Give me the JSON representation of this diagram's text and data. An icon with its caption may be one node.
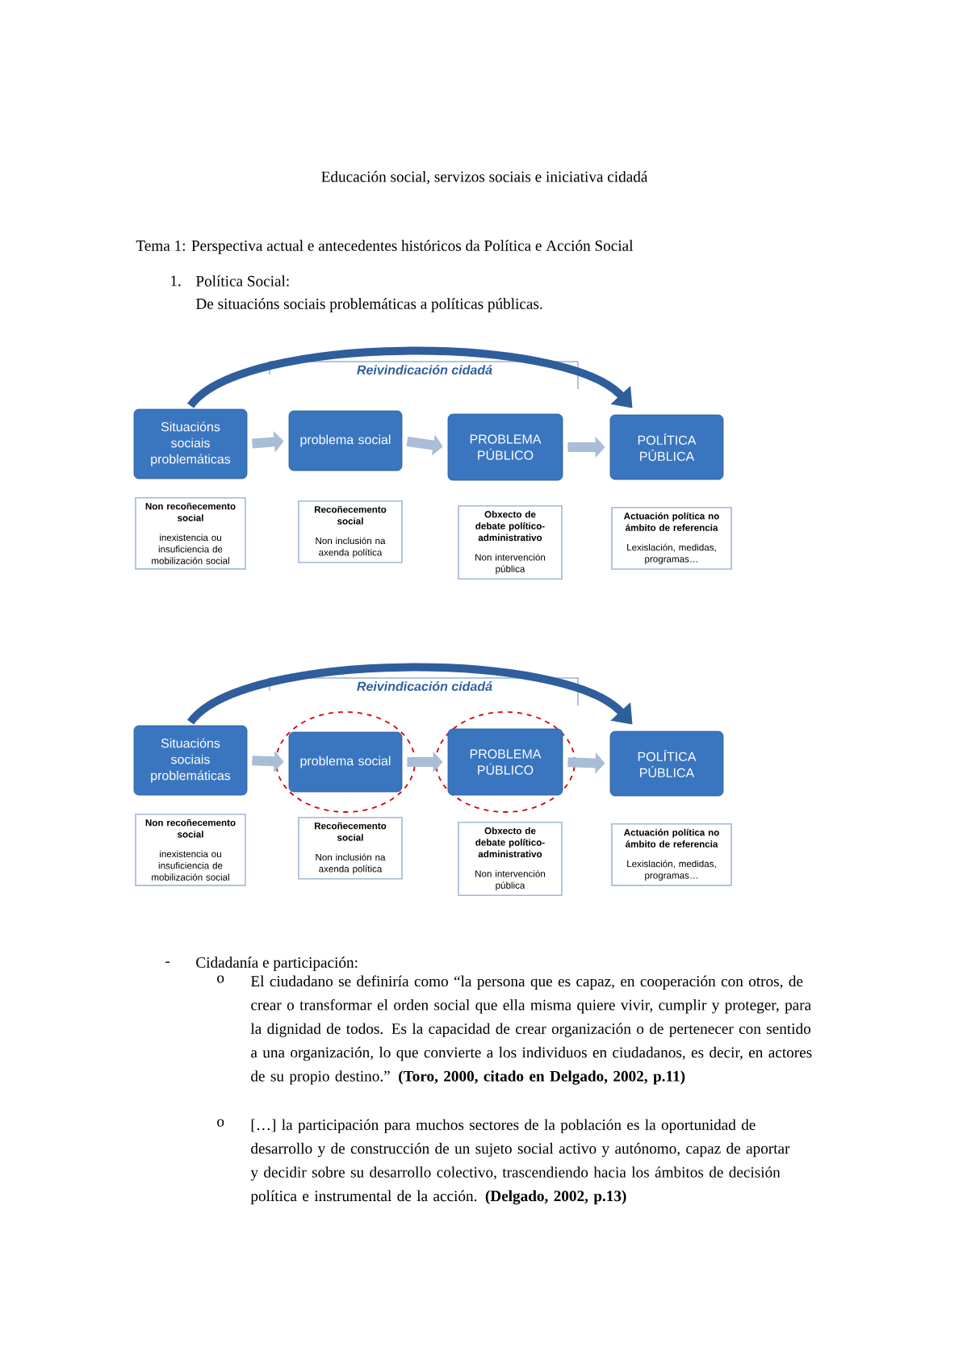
{
  "diagram": {
    "nodes": [
      {
        "text": [
          "Situacións sociais problemáticas"
        ]
      },
      {
        "text": [
          "problema social"
        ]
      },
      {
        "text": [
          "PROBLEMA PÚBLICO"
        ]
      },
      {
        "text": [
          "POLÍTICA PÚBLICA"
        ]
      },
      {
        "text": [
          "Non recoñecemento social",
          "inexistencia ou insuficiencia de mobilización social"
        ]
      },
      {
        "text": [
          "Recoñecemento social",
          "Non inclusión na axenda política"
        ]
      },
      {
        "text": [
          "Obxecto de debate político-administrativo",
          "Non intervención pública"
        ]
      },
      {
        "text": [
          "Actuación política no ámbito de referencia",
          "Lexislación, medidas, programas…"
        ]
      },
      {
        "text": [
          "Situacións sociais problemáticas"
        ]
      },
      {
        "text": [],
        "shape": "ellipse"
      },
      {
        "text": [
          "problema social"
        ],
        "in": 9
      },
      {
        "text": [],
        "shape": "ellipse"
      },
      {
        "text": [
          "PROBLEMA PÚBLICO"
        ],
        "in": 11
      },
      {
        "text": [
          "POLÍTICA PÚBLICA"
        ]
      },
      {
        "text": [
          "Non recoñecemento social",
          "inexistencia ou insuficiencia de mobilización social"
        ]
      },
      {
        "text": [
          "Recoñecemento social",
          "Non inclusión na axenda política"
        ]
      },
      {
        "text": [
          "Obxecto de debate político-administrativo",
          "Non intervención pública"
        ]
      },
      {
        "text": [
          "Actuación política no ámbito de referencia",
          "Lexislación, medidas, programas…"
        ]
      }
    ],
    "edges": [
      {
        "from": 0,
        "to": 1,
        "arrow": "to"
      },
      {
        "from": 1,
        "to": 2,
        "arrow": "to"
      },
      {
        "from": 2,
        "to": 3,
        "arrow": "to"
      },
      {
        "from": 0,
        "to": 3,
        "arrow": "to",
        "label": "Reivindicación cidadá",
        "color": "#2e5e9c"
      },
      {
        "from": 8,
        "to": 10,
        "arrow": "to"
      },
      {
        "from": 10,
        "to": 12,
        "arrow": "to"
      },
      {
        "from": 12,
        "to": 13,
        "arrow": "to"
      },
      {
        "from": 8,
        "to": 13,
        "arrow": "to",
        "label": "Reivindicación cidadá",
        "color": "#2e5e9c"
      }
    ],
    "labels": [
      "Educación social, servizos sociais e iniciativa cidadá",
      "Tema 1: Perspectiva actual e antecedentes históricos da Política e Acción Social",
      "1.",
      "Política Social:",
      "De situacións sociais problemáticas a políticas públicas.",
      "-",
      "Cidadanía e participación:",
      "o",
      "El ciudadano se definiría como “la persona que es capaz, en cooperación con otros, de crear o transformar el orden social que ella misma quiere vivir, cumplir y proteger, para la dignidad de todos. Es la capacidad de crear organización o de pertenecer con sentido a una organización, lo que convierte a los individuos en ciudadanos, es decir, en actores de su propio destino.” **(Toro, 2000, citado en Delgado, 2002, p.11)**",
      "o",
      "[…] la participación para muchos sectores de la población es la oportunidad de desarrollo y de construcción de un sujeto social activo y autónomo, capaz de aportar y decidir sobre su desarrollo colectivo, trascendiendo hacia los ámbitos de decisión política e instrumental de la acción. **(Delgado, 2002, p.13)**"
    ]
  }
}
